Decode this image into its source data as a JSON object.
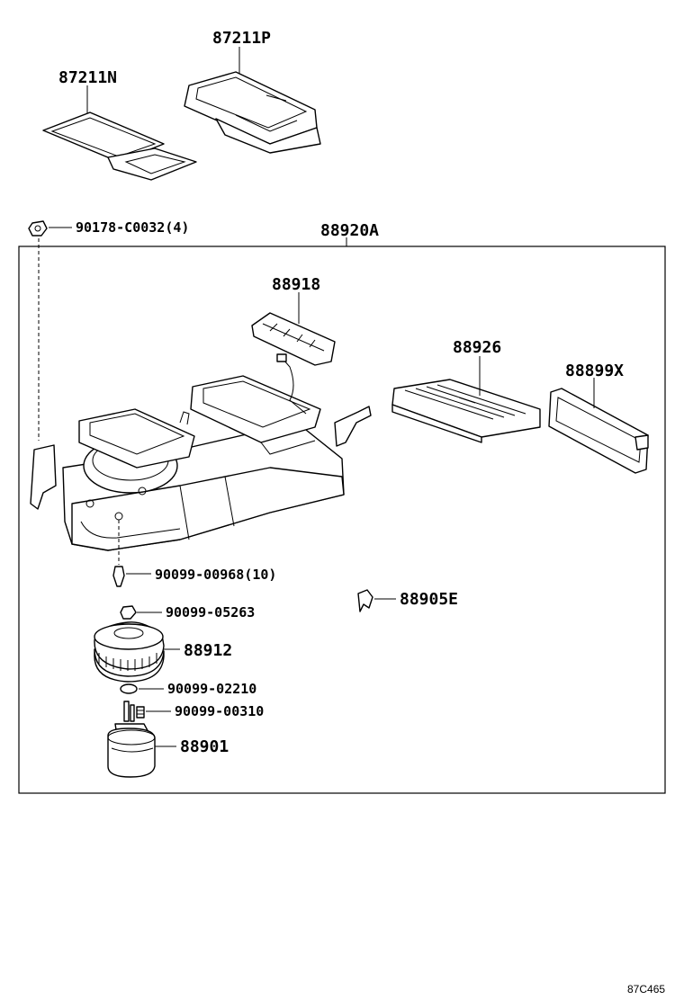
{
  "parts": {
    "p87211P": "87211P",
    "p87211N": "87211N",
    "p90178": "90178-C0032(4)",
    "p88920A": "88920A",
    "p88918": "88918",
    "p88926": "88926",
    "p88899X": "88899X",
    "p90099_00968": "90099-00968(10)",
    "p88905E": "88905E",
    "p90099_05263": "90099-05263",
    "p88912": "88912",
    "p90099_02210": "90099-02210",
    "p90099_00310": "90099-00310",
    "p88901": "88901"
  },
  "illustration_code": "87C465"
}
